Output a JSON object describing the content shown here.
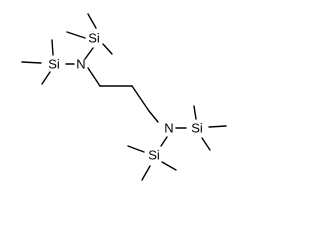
{
  "molecule": {
    "atoms": {
      "si_top": "Si",
      "n_upper": "N",
      "si_left": "Si",
      "n_lower": "N",
      "si_right": "Si",
      "si_bottom": "Si"
    },
    "colors": {
      "bond": "#000000",
      "label": "#000000",
      "background": "#ffffff"
    }
  }
}
